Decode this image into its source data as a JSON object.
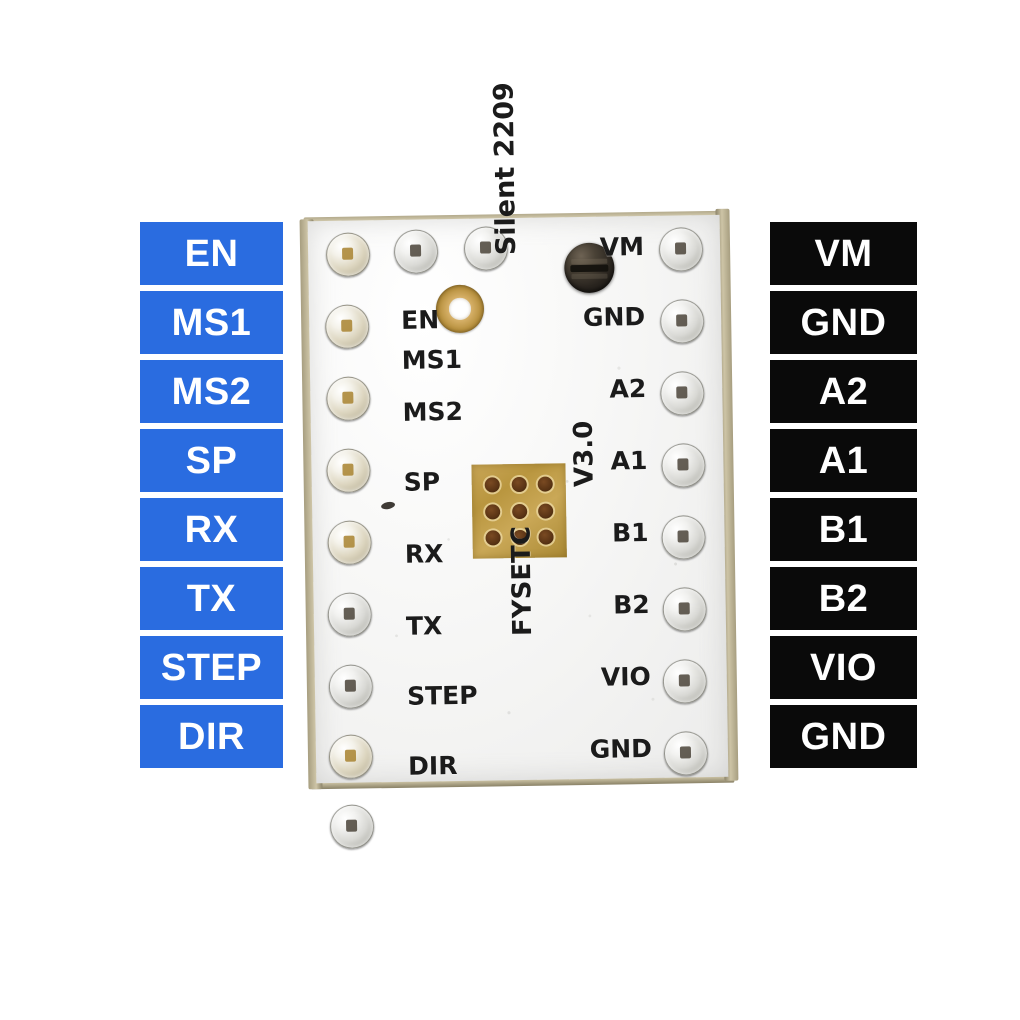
{
  "image": {
    "subject": "FYSETC Silent 2209 V3.0 stepper motor driver module pinout diagram",
    "background_color": "#ffffff"
  },
  "left_labels": {
    "box_color": "#2a6ce0",
    "text_color": "#ffffff",
    "items": [
      {
        "label": "EN"
      },
      {
        "label": "MS1"
      },
      {
        "label": "MS2"
      },
      {
        "label": "SP"
      },
      {
        "label": "RX"
      },
      {
        "label": "TX"
      },
      {
        "label": "STEP"
      },
      {
        "label": "DIR"
      }
    ]
  },
  "right_labels": {
    "box_color": "#0a0a0a",
    "text_color": "#ffffff",
    "items": [
      {
        "label": "VM"
      },
      {
        "label": "GND"
      },
      {
        "label": "A2"
      },
      {
        "label": "A1"
      },
      {
        "label": "B1"
      },
      {
        "label": "B2"
      },
      {
        "label": "VIO"
      },
      {
        "label": "GND"
      }
    ]
  },
  "board": {
    "soldermask_color": "#f7f7f6",
    "substrate_color": "#c2b998",
    "pad_color": "#d9d9d5",
    "gold_color": "#b9963f",
    "silkscreen_color": "#1b1b1b",
    "silkscreen_left_pins": [
      "EN",
      "MS1",
      "MS2",
      "SP",
      "RX",
      "TX",
      "STEP",
      "DIR"
    ],
    "silkscreen_right_pins": [
      "VM",
      "GND",
      "A2",
      "A1",
      "B1",
      "B2",
      "VIO",
      "GND"
    ],
    "silkscreen_vertical": {
      "model": "Silent 2209",
      "version": "V3.0",
      "brand": "FYSETC"
    },
    "components": {
      "trimmer_potentiometer": "vref-trimpot",
      "mounting_hole": "gold-plated-through-hole",
      "thermal_pad": "gold-via-grid-3x3"
    },
    "pad_counts": {
      "left_column": 8,
      "right_column": 8,
      "top_row": 3
    }
  }
}
